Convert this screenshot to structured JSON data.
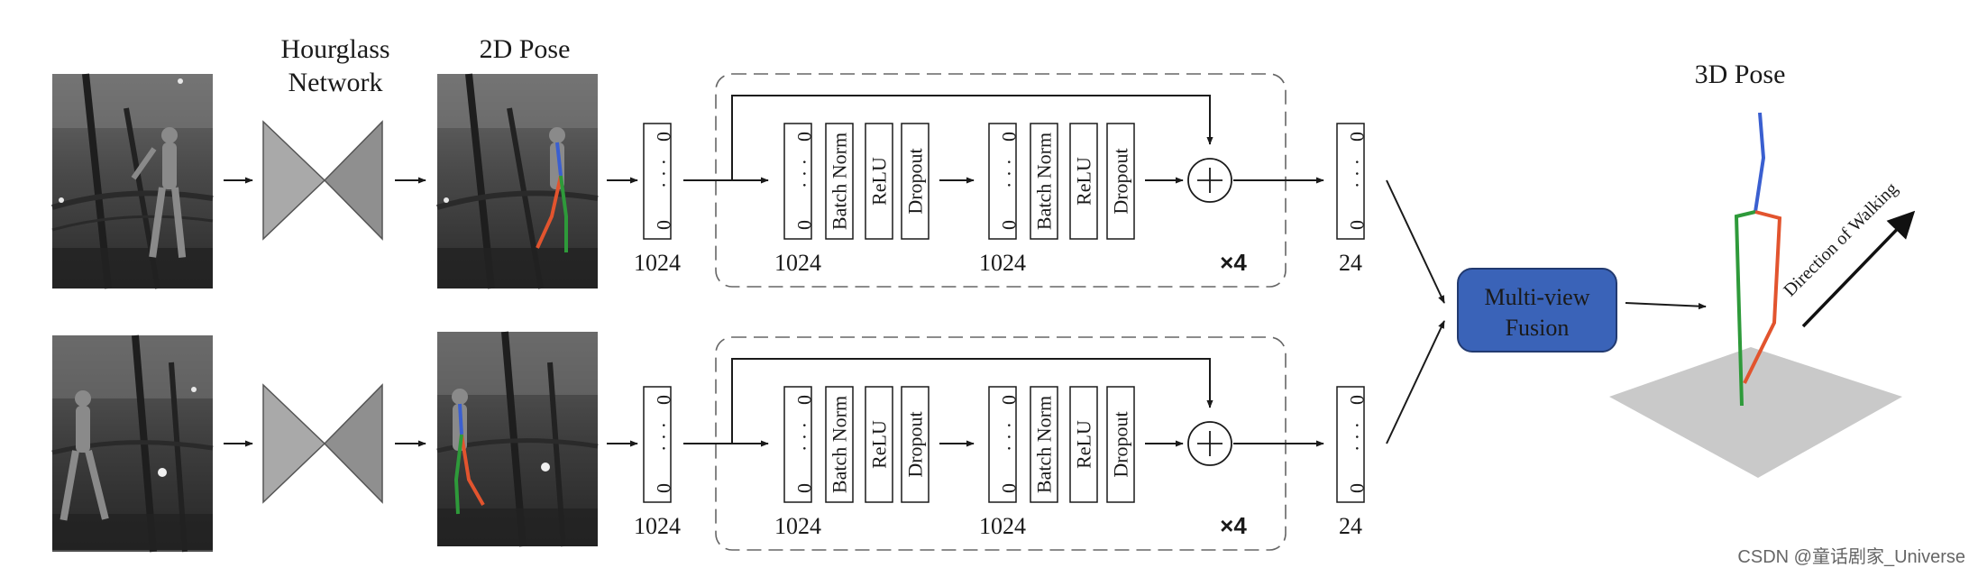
{
  "labels": {
    "hourglass_line1": "Hourglass",
    "hourglass_line2": "Network",
    "pose2d": "2D Pose",
    "pose3d": "3D Pose",
    "direction": "Direction of Walking",
    "fusion_line1": "Multi-view",
    "fusion_line2": "Fusion",
    "repeat": "×4"
  },
  "vectors": {
    "input_size": "1024",
    "hidden_size": "1024",
    "output_size": "24",
    "top_digit": "0",
    "bottom_digit": "0",
    "dots": "· · ·",
    "layers": [
      "Batch Norm",
      "ReLU",
      "Dropout"
    ]
  },
  "watermark": "CSDN @童话剧家_Universe",
  "colors": {
    "fusion_fill": "#3a63b8",
    "fusion_text": "#ffffff",
    "hourglass_left": "#a9a9a9",
    "hourglass_right": "#8f8f8f",
    "ground": "#c9c9c9",
    "pose_blue": "#3a5fd0",
    "pose_green": "#2e9a3a",
    "pose_orange": "#e2542e"
  }
}
